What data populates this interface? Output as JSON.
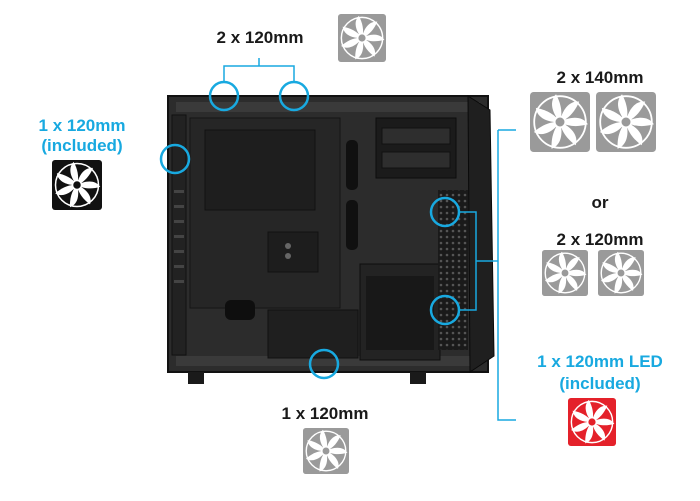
{
  "labels": {
    "top": "2 x 120mm",
    "rear_line1": "1 x 120mm",
    "rear_line2": "(included)",
    "front_a": "2 x 140mm",
    "front_or": "or",
    "front_b": "2 x 120mm",
    "front_led_line1": "1 x 120mm LED",
    "front_led_line2": "(included)",
    "bottom": "1 x 120mm"
  },
  "colors": {
    "accent_blue": "#18a9e0",
    "fan_gray": "#9a9a9a",
    "fan_black": "#111111",
    "fan_red": "#e4212a",
    "case_dark": "#2a2a2a"
  },
  "icons": {
    "fan": "fan-icon",
    "case": "pc-case-icon"
  }
}
